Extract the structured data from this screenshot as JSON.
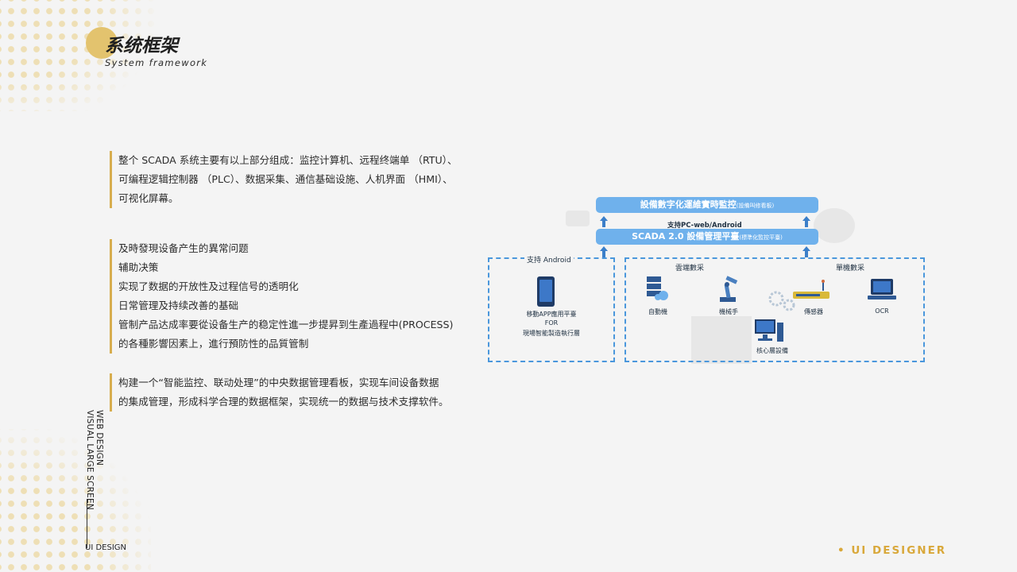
{
  "header": {
    "title": "系统框架",
    "subtitle": "System framework"
  },
  "paragraphs": [
    {
      "lines": [
        "整个 SCADA 系统主要有以上部分组成：监控计算机、远程终端单 （RTU）、",
        "可编程逻辑控制器 （PLC）、数据采集、通信基础设施、人机界面 （HMI）、",
        "可视化屏幕。"
      ]
    },
    {
      "lines": [
        "及時發現设备产生的異常问题",
        "辅助决策",
        "实现了数据的开放性及过程信号的透明化",
        "日常管理及持续改善的基础",
        "管制产品达成率要從设备生产的稳定性進一步提昇到生產過程中(PROCESS)",
        "的各種影響因素上，進行預防性的品質管制"
      ]
    },
    {
      "lines": [
        "构建一个“智能监控、联动处理”的中央数据管理看板，实现车间设备数据",
        "的集成管理，形成科学合理的数据框架，实现统一的数据与技术支撑软件。"
      ]
    }
  ],
  "side": {
    "vertical_line1": "WEB DESIGN",
    "vertical_line2": "VISUAL LARGE SCREEN",
    "bottom_label": "UI DESIGN"
  },
  "footer": {
    "brand": "• UI DESIGNER"
  },
  "diagram": {
    "top_box_main": "設備數字化運維實時監控",
    "top_box_note": "(設備叫修看板)",
    "support_pc": "支持PC-web/Android",
    "mid_box_main": "SCADA 2.0 設備管理平臺",
    "mid_box_note": "(標準化監控平臺)",
    "left_group": {
      "title": "支持 Android",
      "line1": "移動APP應用平臺",
      "line2": "FOR",
      "line3": "現場智能製造執行層"
    },
    "right_group": {
      "label_left": "雲端數采",
      "label_right": "單機數采",
      "items": {
        "auto_machine": "自動機",
        "robot_arm": "機械手",
        "sensor": "傳感器",
        "ocr": "OCR",
        "core_equipment": "核心層設備"
      }
    },
    "colors": {
      "bar": "#6fb1ec",
      "dash": "#4a97dc",
      "arrow": "#3b7fc9",
      "accent": "#d7ad4e"
    }
  }
}
